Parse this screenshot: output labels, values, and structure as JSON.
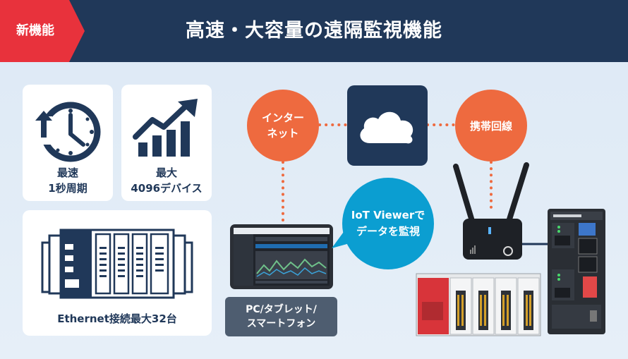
{
  "badge": {
    "label": "新機能"
  },
  "header": {
    "title": "高速・大容量の遠隔監視機能"
  },
  "features": {
    "fastest": {
      "line1": "最速",
      "line2": "1秒周期"
    },
    "max_devices": {
      "line1": "最大",
      "line2": "4096デバイス"
    },
    "ethernet": {
      "label": "Ethernet接続最大32台"
    }
  },
  "network": {
    "internet": {
      "line1": "インター",
      "line2": "ネット"
    },
    "mobile": {
      "label": "携帯回線"
    },
    "viewer": {
      "line1": "IoT Viewerで",
      "line2": "データを監視"
    },
    "pc_label": {
      "line1": "PC/タブレット/",
      "line2": "スマートフォン"
    }
  },
  "colors": {
    "navy": "#203859",
    "orange": "#ee6a3f",
    "teal": "#0b9ed1",
    "badge_red": "#e8323c",
    "gray": "#4e5d70"
  }
}
